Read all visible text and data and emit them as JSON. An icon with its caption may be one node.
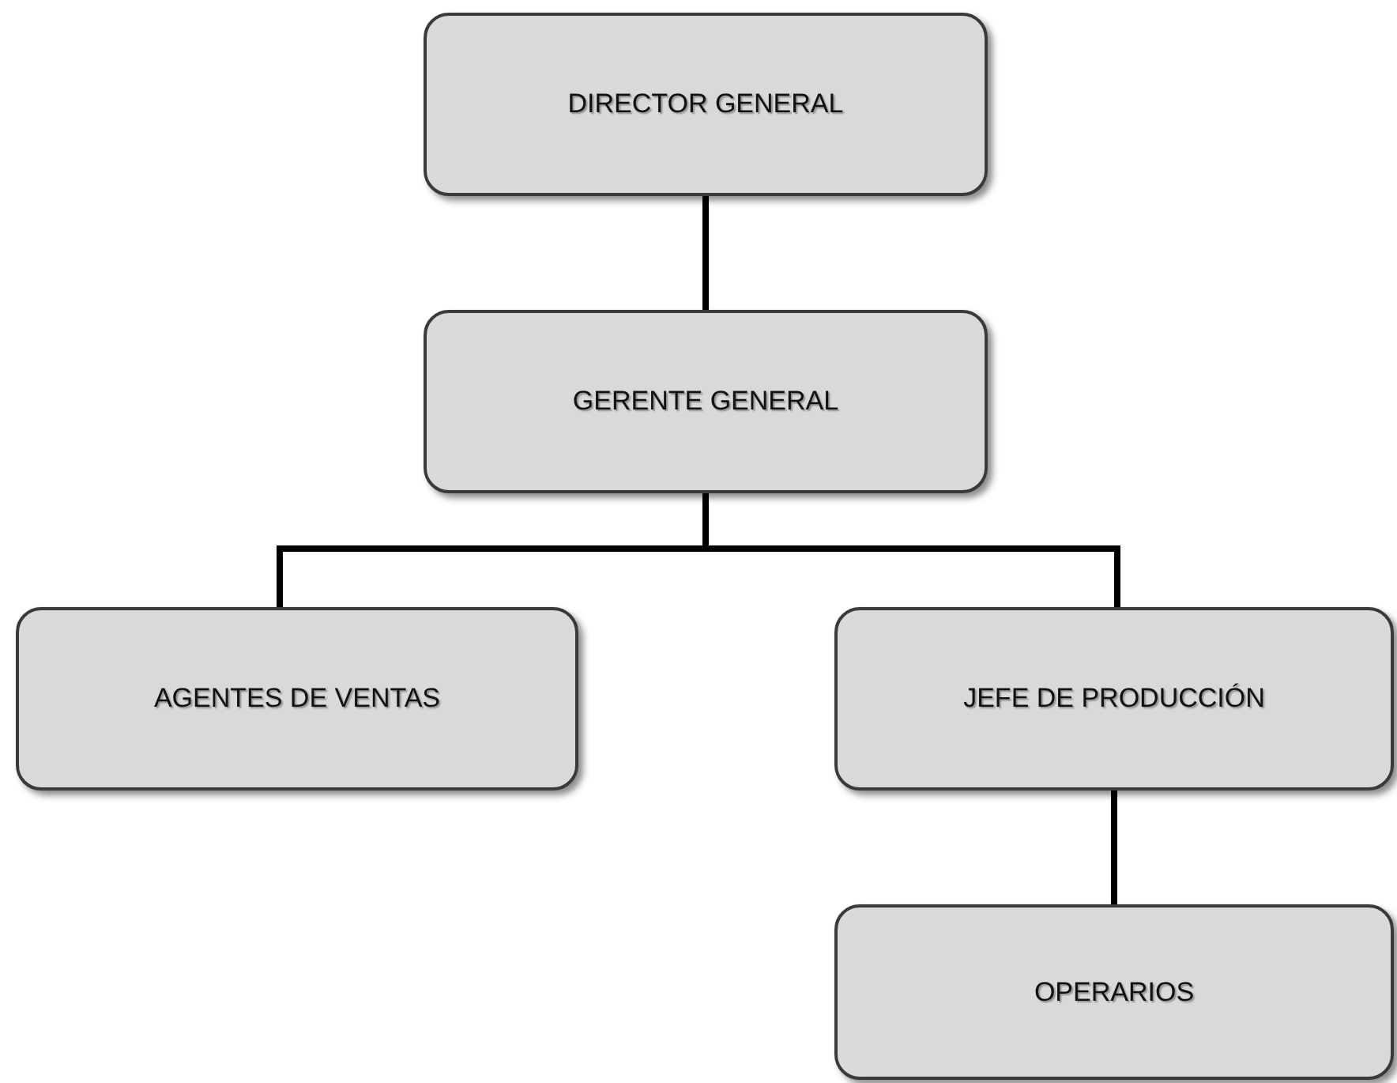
{
  "diagram": {
    "nodes": [
      {
        "text": [
          "DIRECTOR GENERAL"
        ]
      },
      {
        "text": [
          "GERENTE GENERAL"
        ]
      },
      {
        "text": [
          "AGENTES DE VENTAS"
        ]
      },
      {
        "text": [
          "JEFE DE PRODUCCIÓN"
        ]
      },
      {
        "text": [
          "OPERARIOS"
        ]
      }
    ],
    "edges": [
      {
        "from": 0,
        "to": 1,
        "arrow": "none"
      },
      {
        "from": 1,
        "to": 2,
        "arrow": "none"
      },
      {
        "from": 1,
        "to": 3,
        "arrow": "none"
      },
      {
        "from": 3,
        "to": 4,
        "arrow": "none"
      }
    ]
  }
}
